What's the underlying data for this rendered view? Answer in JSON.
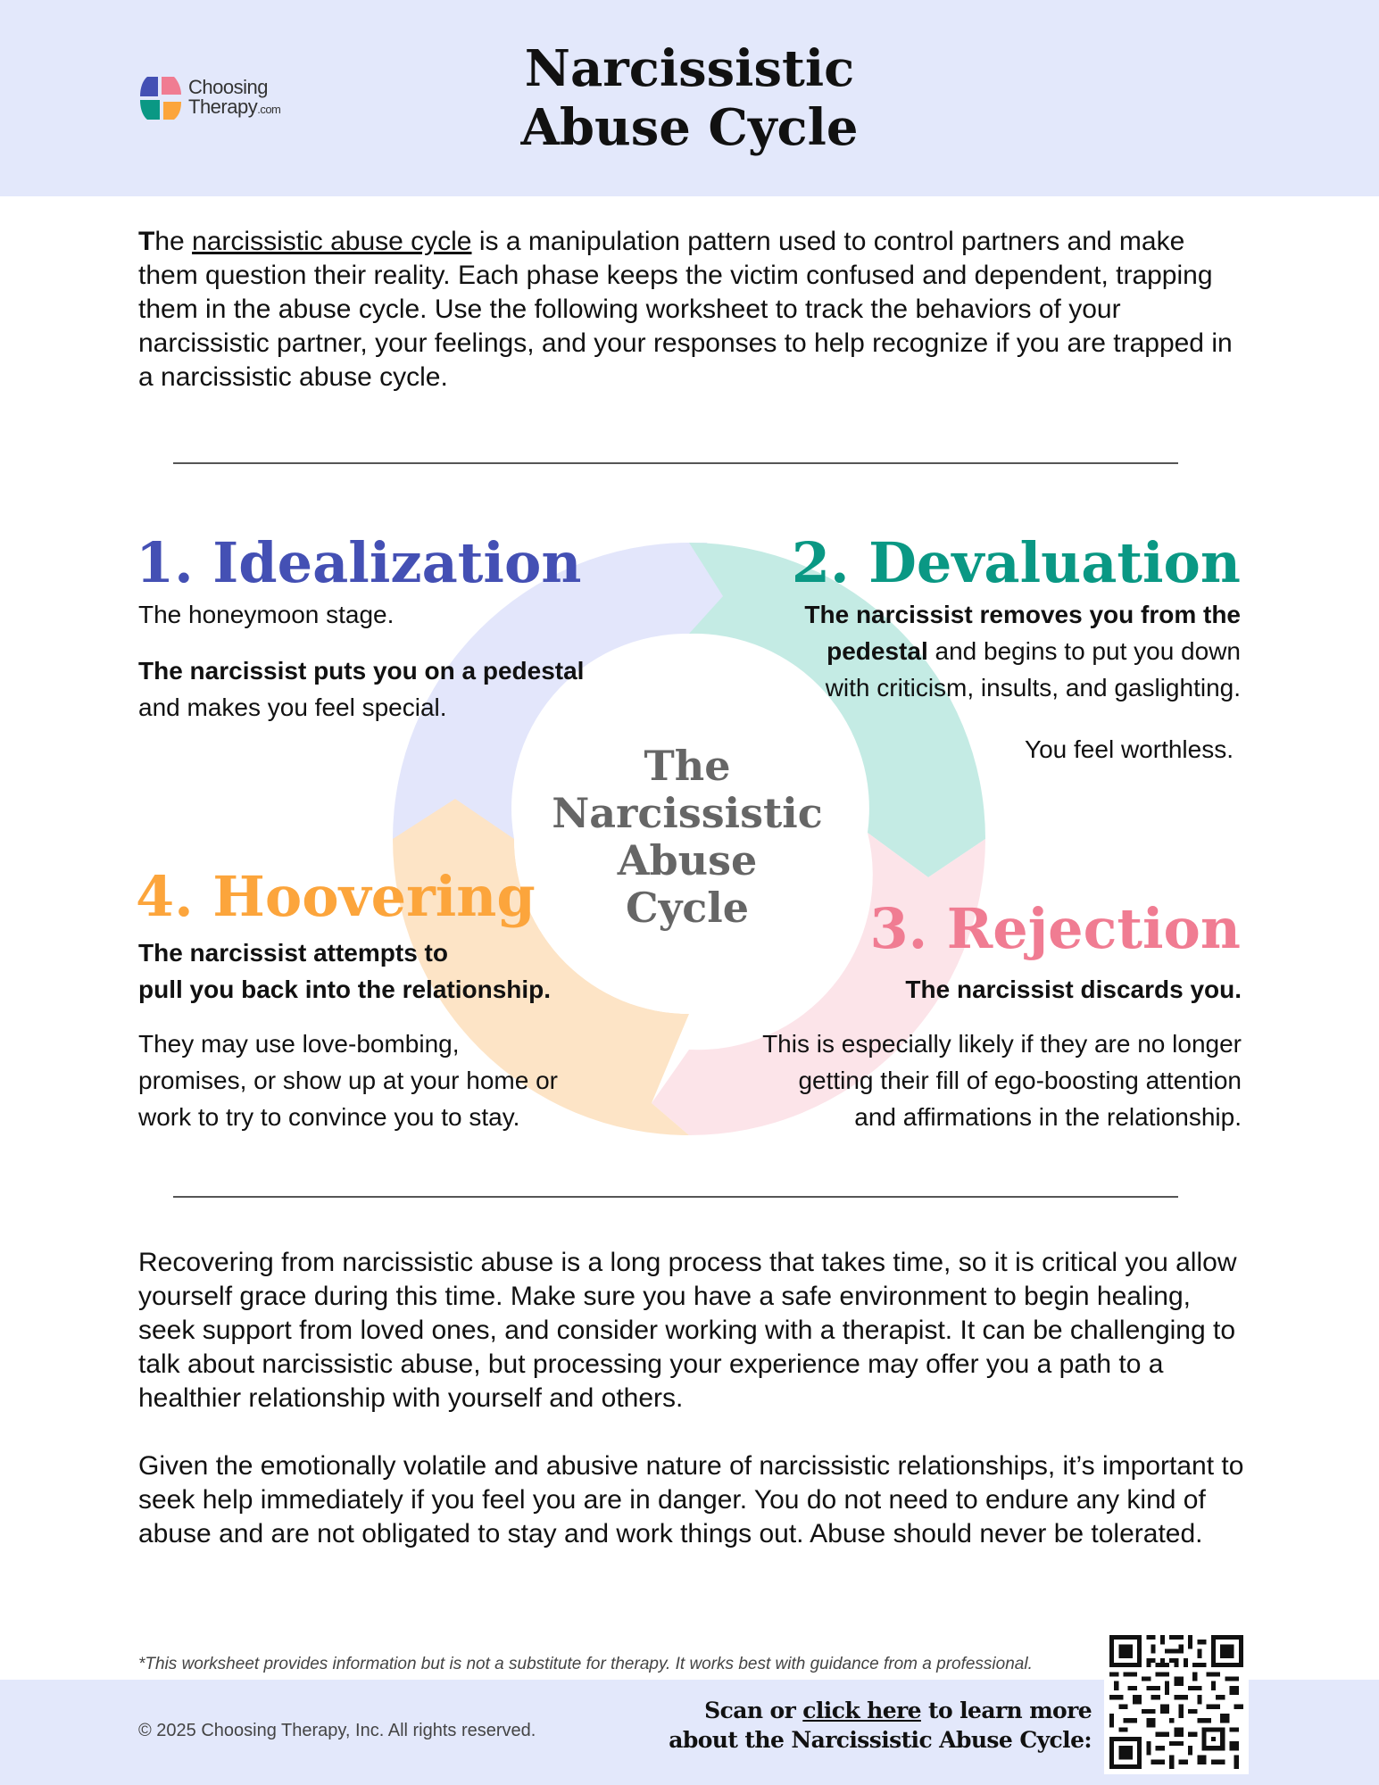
{
  "header": {
    "logo": {
      "line1": "Choosing",
      "line2": "Therapy",
      "suffix": ".com",
      "colors": [
        "#4450b4",
        "#f07c92",
        "#0a9884",
        "#fca53c"
      ]
    },
    "title_line1": "Narcissistic",
    "title_line2": "Abuse Cycle"
  },
  "intro": {
    "first_letter": "T",
    "after_first": "he ",
    "link_text": "narcissistic abuse cycle",
    "rest": " is a manipulation pattern used to control partners and make them question their reality. Each phase keeps the victim confused and dependent, trapping them in the abuse cycle. Use the following worksheet to track the behaviors of your narcissistic partner, your feelings, and your responses to help recognize if you are trapped in a narcissistic abuse cycle."
  },
  "cycle": {
    "center_line1": "The",
    "center_line2": "Narcissistic",
    "center_line3": "Abuse",
    "center_line4": "Cycle",
    "colors": {
      "idealization": "#e3e6fb",
      "devaluation": "#c4ebe4",
      "rejection": "#fce4e9",
      "hoovering": "#fde4c6"
    },
    "phases": [
      {
        "title": "1. Idealization",
        "color": "#4450b4",
        "line1": "The honeymoon stage.",
        "bold": "The narcissist puts you on a pedestal",
        "rest": "and makes you feel special."
      },
      {
        "title": "2. Devaluation",
        "color": "#0a9884",
        "bold_a": "The narcissist removes you from the",
        "bold_b": "pedestal",
        "rest_a": " and begins to put you down",
        "rest_b": "with criticism, insults, and gaslighting.",
        "feeling": "You feel worthless."
      },
      {
        "title": "3. Rejection",
        "color": "#f07c92",
        "bold": "The narcissist discards you.",
        "line1": "This is especially likely if they are no longer",
        "line2": "getting their fill of ego-boosting attention",
        "line3": "and affirmations in the relationship."
      },
      {
        "title": "4. Hoovering",
        "color": "#fca53c",
        "bold_a": "The narcissist attempts to",
        "bold_b": "pull you back into the relationship.",
        "line1": "They may use love-bombing,",
        "line2": "promises, or show up at your home or",
        "line3": "work to try to convince you to stay."
      }
    ]
  },
  "recovery": {
    "para1": "Recovering from narcissistic abuse is a long process that takes time, so it is critical you allow yourself grace during this time. Make sure you have a safe environment to begin healing, seek support from loved ones, and consider working with a therapist. It can be challenging to talk about narcissistic abuse, but processing your experience may offer you a path to a healthier relationship with yourself and others.",
    "para2": "Given the emotionally volatile and abusive nature of narcissistic relationships, it’s important to seek help immediately if you feel you are in danger. You do not need to endure any kind of abuse and are not obligated to stay and work things out. Abuse should never be tolerated."
  },
  "footer": {
    "disclaimer": "*This worksheet provides information but is not a substitute for therapy. It works best with guidance from a professional.",
    "copyright": "© 2025 Choosing Therapy, Inc. All rights reserved.",
    "scan_prefix": "Scan or ",
    "scan_link": "click here",
    "scan_suffix": " to learn more",
    "scan_line2": "about the Narcissistic Abuse Cycle:",
    "qr_label": "qr-code"
  }
}
